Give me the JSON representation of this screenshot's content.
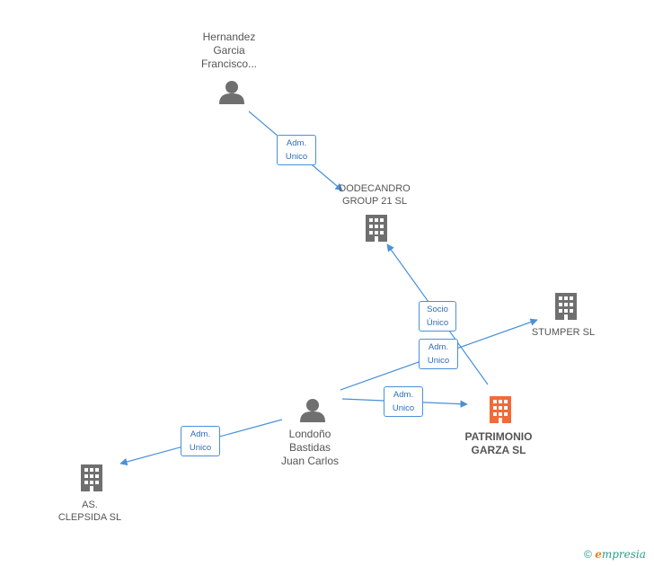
{
  "nodes": {
    "hernandez": {
      "lines": [
        "Hernandez",
        "Garcia",
        "Francisco..."
      ],
      "icon": "person-icon"
    },
    "dodecandro": {
      "lines": [
        "DODECANDRO",
        "GROUP 21 SL"
      ],
      "icon": "building-icon"
    },
    "stumper": {
      "lines": [
        "STUMPER SL"
      ],
      "icon": "building-icon"
    },
    "patrimonio": {
      "lines": [
        "PATRIMONIO",
        "GARZA SL"
      ],
      "icon": "building-icon",
      "color": "#f26a37"
    },
    "londono": {
      "lines": [
        "Londoño",
        "Bastidas",
        "Juan Carlos"
      ],
      "icon": "person-icon"
    },
    "clepsida": {
      "lines": [
        "AS.",
        "CLEPSIDA SL"
      ],
      "icon": "building-icon"
    }
  },
  "edges": {
    "hernandez_dodecandro": [
      "Adm.",
      "Unico"
    ],
    "patrimonio_dodecandro": [
      "Socio",
      "Único"
    ],
    "londono_stumper": [
      "Adm.",
      "Unico"
    ],
    "londono_patrimonio": [
      "Adm.",
      "Unico"
    ],
    "londono_clepsida": [
      "Adm.",
      "Unico"
    ]
  },
  "colors": {
    "edge": "#4a90d9",
    "icon": "#6f6f6f",
    "focus": "#f26a37"
  },
  "brand": {
    "copyright": "©",
    "e": "e",
    "rest": "mpresia"
  }
}
